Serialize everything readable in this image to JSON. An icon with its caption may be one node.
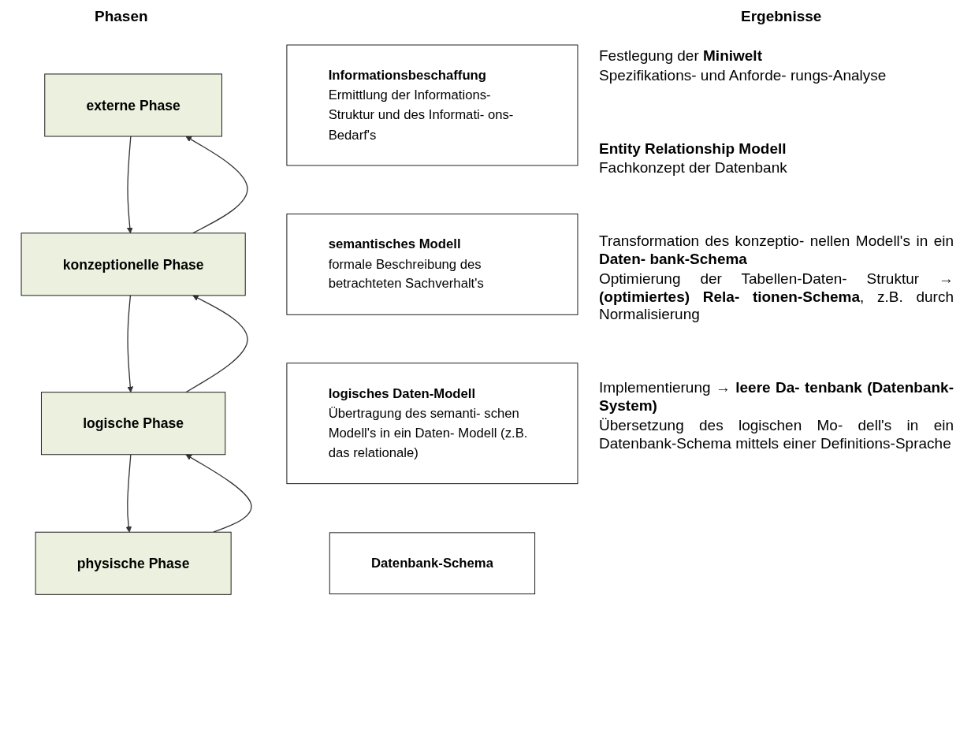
{
  "diagram": {
    "nodes": [
      {
        "text": [
          "externe Phase"
        ]
      },
      {
        "text": [
          "Informationsbeschaffung",
          "Ermittlung der Informations- Struktur und des Informati- ons-Bedarf's"
        ]
      },
      {
        "text": [
          "konzeptionelle Phase"
        ]
      },
      {
        "text": [
          "semantisches Modell",
          "formale Beschreibung des betrachteten Sachverhalt's"
        ]
      },
      {
        "text": [
          "logische Phase"
        ]
      },
      {
        "text": [
          "logisches Daten-Modell",
          "Übertragung des semanti- schen Modell's in ein Daten- Modell (z.B. das relationale)"
        ]
      },
      {
        "text": [
          "physische Phase"
        ]
      },
      {
        "text": [
          "Datenbank-Schema"
        ]
      }
    ],
    "edges": [
      {
        "from": 2,
        "to": 0,
        "arrow": "to"
      },
      {
        "from": 0,
        "to": 2,
        "arrow": "to"
      },
      {
        "from": 4,
        "to": 2,
        "arrow": "to"
      },
      {
        "from": 2,
        "to": 4,
        "arrow": "to"
      },
      {
        "from": 6,
        "to": 4,
        "arrow": "to"
      },
      {
        "from": 4,
        "to": 6,
        "arrow": "to"
      }
    ],
    "labels": [
      "Phasen",
      "Ergebnisse",
      "Festlegung der **Miniwelt**",
      "Spezifikations- und Anforde- rungs-Analyse",
      "**Entity Relationship Modell**",
      "Fachkonzept der Datenbank",
      "Transformation des konzeptio- nellen Modell's in ein **Daten- bank-Schema**",
      "Optimierung der Tabellen-Daten- Struktur → **(optimiertes) Rela- tionen-Schema**, z.B. durch Normalisierung",
      "Implementierung → **leere Da- tenbank (Datenbank-System)**",
      "Übersetzung des logischen Mo- dell's in ein Datenbank-Schema mittels einer Definitions-Sprache"
    ]
  }
}
